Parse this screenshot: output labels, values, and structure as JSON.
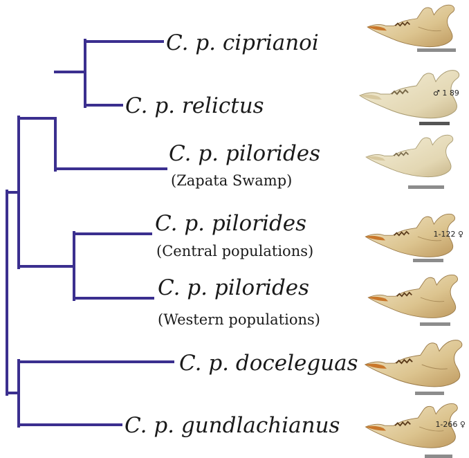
{
  "tree": {
    "branch_color": "#3b2f8f",
    "taxa": [
      {
        "id": "ciprianoi",
        "name": "C. p. ciprianoi",
        "locality": "",
        "specimen_label": ""
      },
      {
        "id": "relictus",
        "name": "C. p. relictus",
        "locality": "",
        "specimen_label": "♂ 1 89"
      },
      {
        "id": "pilorides-zapata",
        "name": "C. p. pilorides",
        "locality": "(Zapata Swamp)",
        "specimen_label": ""
      },
      {
        "id": "pilorides-central",
        "name": "C. p. pilorides",
        "locality": "(Central populations)",
        "specimen_label": "1-122 ♀"
      },
      {
        "id": "pilorides-western",
        "name": "C. p. pilorides",
        "locality": "(Western populations)",
        "specimen_label": ""
      },
      {
        "id": "doceleguas",
        "name": "C. p. doceleguas",
        "locality": "",
        "specimen_label": ""
      },
      {
        "id": "gundlachianus",
        "name": "C. p. gundlachianus",
        "locality": "",
        "specimen_label": "1-266 ♀"
      }
    ]
  },
  "colors": {
    "bone_light": "#efe3c4",
    "bone_mid": "#d9c08e",
    "bone_dark": "#b8935a",
    "incisor": "#c9772b",
    "scale_bar": "#8c8c8c",
    "scale_bar_dark": "#555555"
  }
}
